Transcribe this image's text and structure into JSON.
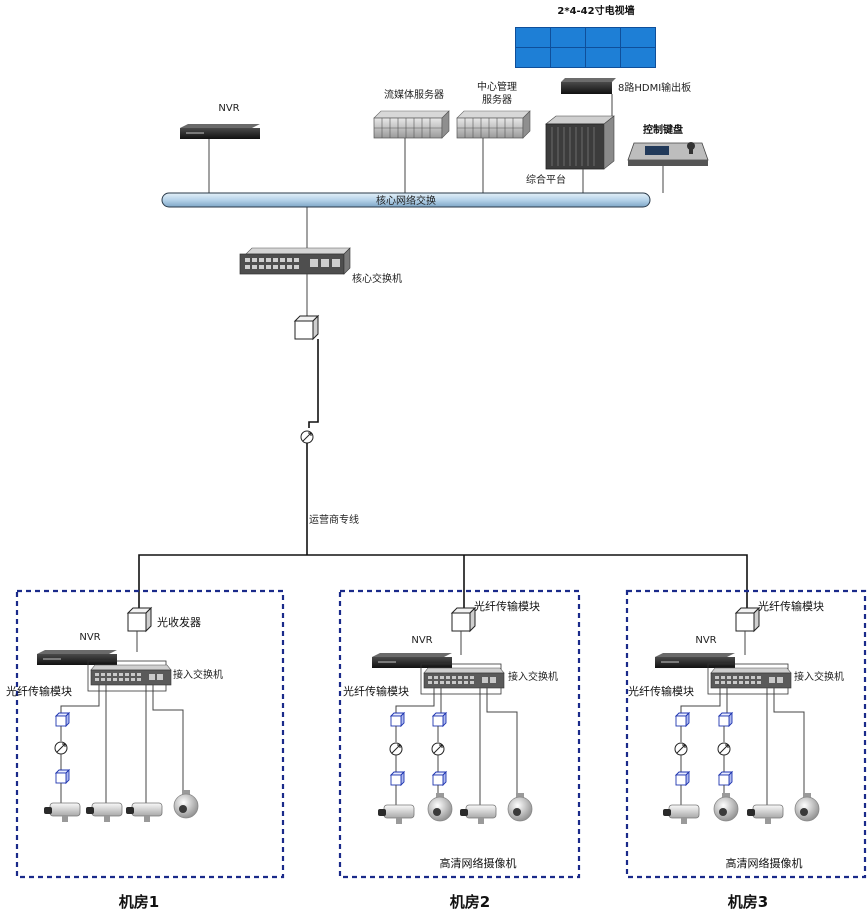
{
  "core": {
    "tv_wall": "2*4-42寸电视墙",
    "hdmi_board": "8路HDMI输出板",
    "stream_server": "流媒体服务器",
    "mgmt_server_line1": "中心管理",
    "mgmt_server_line2": "服务器",
    "nvr": "NVR",
    "control_keyboard": "控制键盘",
    "platform": "综合平台",
    "core_network": "核心网络交换",
    "core_switch": "核心交换机",
    "carrier_line": "运营商专线"
  },
  "rooms": [
    {
      "name": "机房1",
      "top_device": "光收发器",
      "nvr": "NVR",
      "access_switch": "接入交换机",
      "fiber_module": "光纤传输模块",
      "camera_label": ""
    },
    {
      "name": "机房2",
      "top_device": "光纤传输模块",
      "nvr": "NVR",
      "access_switch": "接入交换机",
      "fiber_module": "光纤传输模块",
      "camera_label": "高清网络摄像机"
    },
    {
      "name": "机房3",
      "top_device": "光纤传输模块",
      "nvr": "NVR",
      "access_switch": "接入交换机",
      "fiber_module": "光纤传输模块",
      "camera_label": "高清网络摄像机"
    }
  ],
  "colors": {
    "tv_panel": "#1e7fd6",
    "bus_fill": "#bcd8ec",
    "room_border": "#1a2a8a",
    "fiber_module": "#3b5bd9"
  }
}
